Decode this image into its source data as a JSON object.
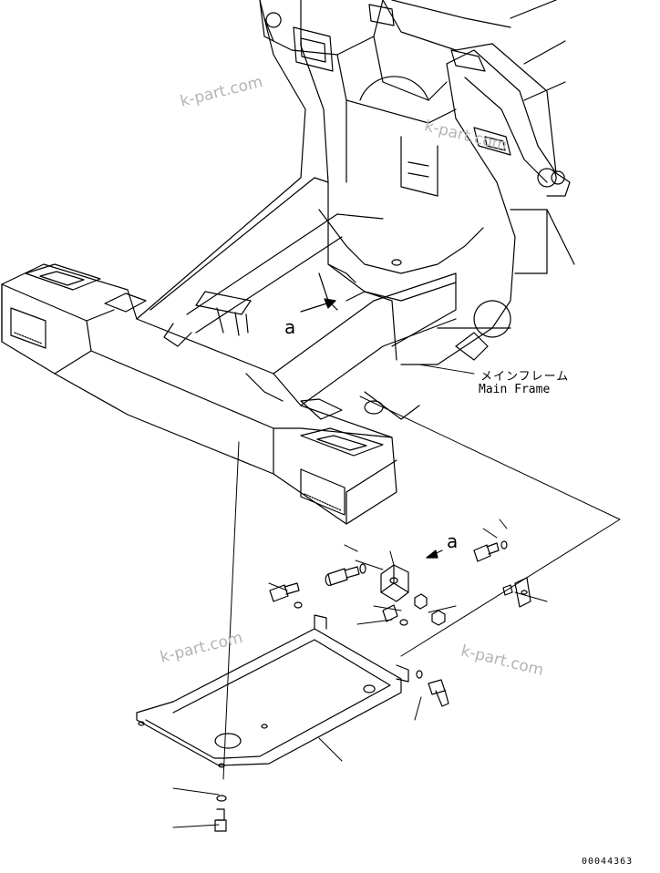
{
  "labels": {
    "main_frame_jp": "メインフレーム",
    "main_frame_en": "Main Frame",
    "callout_upper": "a",
    "callout_lower": "a",
    "drawing_number": "00044363"
  },
  "watermarks": [
    "k-part.com",
    "k-part.com",
    "k-part.com",
    "k-part.com"
  ],
  "colors": {
    "line": "#000000",
    "watermark": "#b4b4b4",
    "background": "#ffffff"
  }
}
